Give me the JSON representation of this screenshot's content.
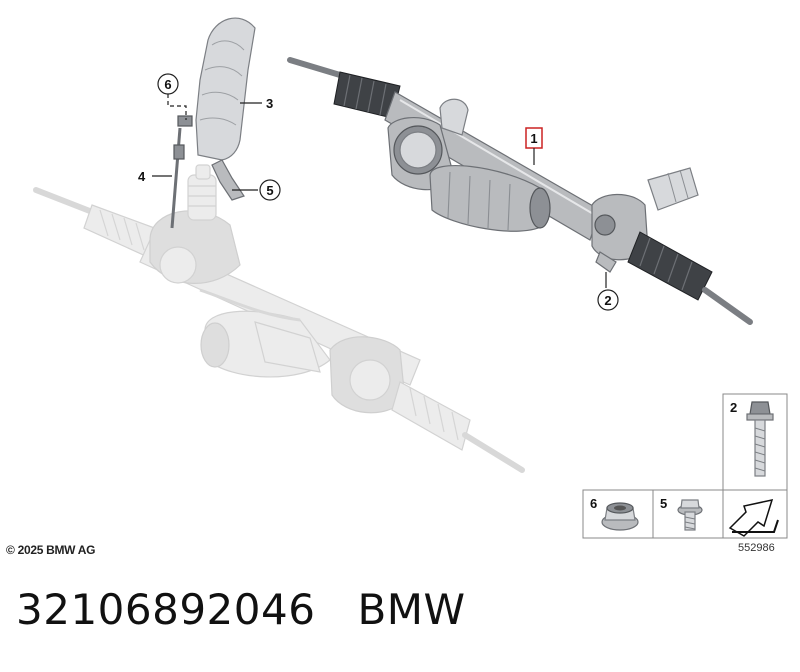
{
  "callouts": {
    "c1": "1",
    "c2": "2",
    "c3": "3",
    "c4": "4",
    "c5": "5",
    "c6": "6"
  },
  "parts_table": {
    "cell_2": "2",
    "cell_5": "5",
    "cell_6": "6"
  },
  "copyright": "© 2025 BMW AG",
  "diagram_number": "552986",
  "footer": {
    "part_number": "32106892046",
    "brand": "BMW"
  },
  "colors": {
    "highlight_box": "#cc2222"
  }
}
